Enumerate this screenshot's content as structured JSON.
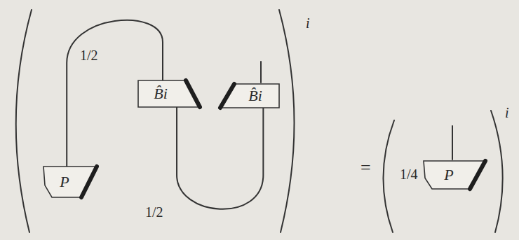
{
  "diagram": {
    "nodes": [
      {
        "text": [
          "P"
        ]
      },
      {
        "text": [
          "B̂i"
        ]
      },
      {
        "text": [
          "B̂i"
        ]
      },
      {
        "text": [
          "P"
        ]
      }
    ],
    "edges": [
      {
        "from": 0,
        "to": 1,
        "arrow": "none",
        "label": "1/2"
      },
      {
        "from": 1,
        "to": 2,
        "arrow": "none",
        "label": "1/2"
      }
    ],
    "labels": [
      "i",
      "=",
      "1/4",
      "i"
    ]
  }
}
